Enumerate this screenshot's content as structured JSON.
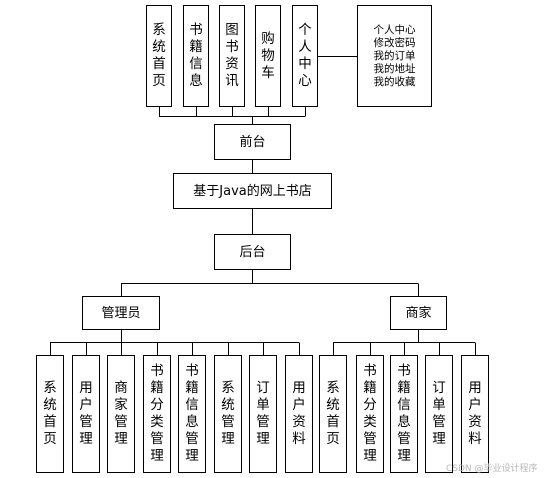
{
  "diagram": {
    "root": "基于Java的网上书店",
    "frontend": {
      "label": "前台",
      "modules": [
        "系统首页",
        "书籍信息",
        "图书资讯",
        "购物车",
        "个人中心"
      ],
      "personal_center_items": [
        "个人中心",
        "修改密码",
        "我的订单",
        "我的地址",
        "我的收藏"
      ]
    },
    "backend": {
      "label": "后台",
      "admin": {
        "label": "管理员",
        "modules": [
          "系统首页",
          "用户管理",
          "商家管理",
          "书籍分类管理",
          "书籍信息管理",
          "系统管理",
          "订单管理",
          "用户资料"
        ]
      },
      "merchant": {
        "label": "商家",
        "modules": [
          "系统首页",
          "书籍分类管理",
          "书籍信息管理",
          "订单管理",
          "用户资料"
        ]
      }
    }
  },
  "watermark": "CSDN @毕业设计程序"
}
